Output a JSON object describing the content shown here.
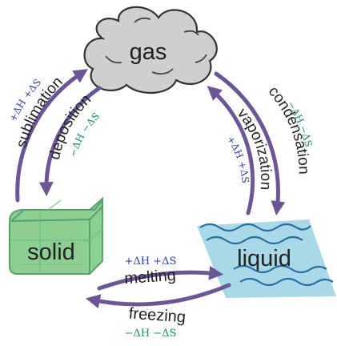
{
  "colors": {
    "arrow": "#6b5795",
    "plus_label": "#2f3fa6",
    "minus_label": "#1f8f6a",
    "solid_fill": "#8dce92",
    "solid_stroke": "#56a468",
    "liquid_fill": "#a9d8e8",
    "liquid_wave": "#2a6fa0",
    "gas_fill": "#cfcfcf",
    "gas_stroke": "#333333",
    "text": "#222222"
  },
  "states": {
    "gas": "gas",
    "solid": "solid",
    "liquid": "liquid"
  },
  "transitions": {
    "sublimation": {
      "name": "sublimation",
      "thermo": "+ΔH  +ΔS"
    },
    "deposition": {
      "name": "deposition",
      "thermo": "−ΔH  −ΔS"
    },
    "vaporization": {
      "name": "vaporization",
      "thermo": "+ΔH  +ΔS"
    },
    "condensation": {
      "name": "condensation",
      "thermo": "−ΔH  −ΔS"
    },
    "melting": {
      "name": "melting",
      "thermo": "+ΔH  +ΔS"
    },
    "freezing": {
      "name": "freezing",
      "thermo": "−ΔH  −ΔS"
    }
  }
}
